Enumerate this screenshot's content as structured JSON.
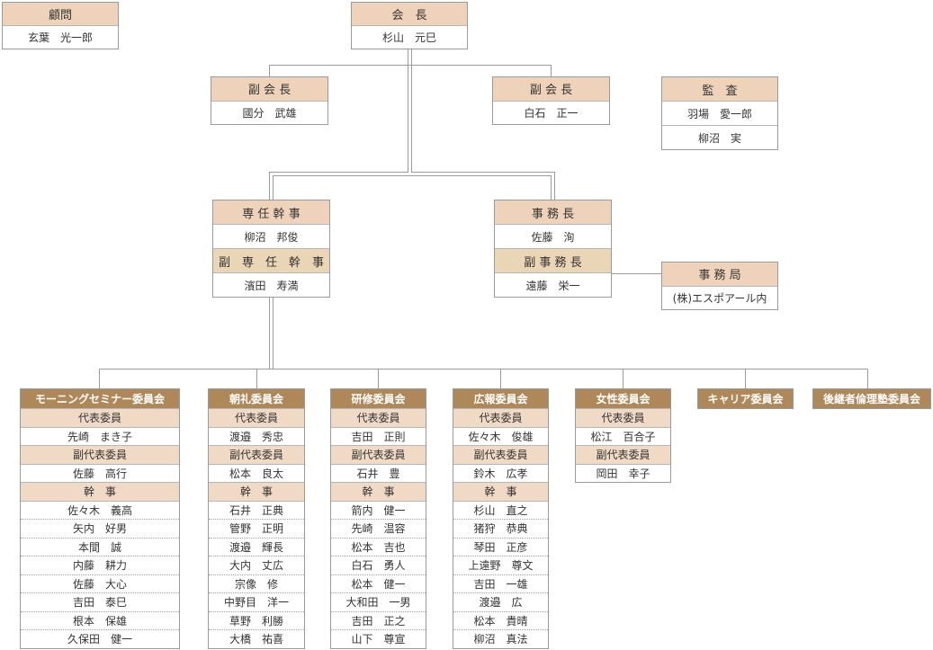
{
  "advisor": {
    "title": "顧問",
    "member": "玄葉　光一郎"
  },
  "chairman": {
    "title": "会　長",
    "member": "杉山　元巳"
  },
  "vice_chairs": [
    {
      "title": "副 会 長",
      "member": "國分　武雄"
    },
    {
      "title": "副 会 長",
      "member": "白石　正一"
    }
  ],
  "auditors": {
    "title": "監　査",
    "members": [
      "羽場　愛一郎",
      "柳沼　実"
    ]
  },
  "senior_secretary": {
    "title": "専 任 幹 事",
    "member": "柳沼　邦俊",
    "deputy_title": "副　専　任　幹　事",
    "deputy": "濱田　寿満"
  },
  "secretary_general": {
    "title": "事 務 長",
    "member": "佐藤　洵",
    "deputy_title": "副 事 務 長",
    "deputy": "遠藤　栄一"
  },
  "secretariat": {
    "title": "事 務 局",
    "member": "(株)エスポアール内"
  },
  "committees": [
    {
      "name": "モーニングセミナー委員会",
      "rep_label": "代表委員",
      "rep": "先崎　まき子",
      "vice_label": "副代表委員",
      "vice": "佐藤　高行",
      "secretary_label": "幹　事",
      "secretaries": [
        "佐々木　義高",
        "矢内　好男",
        "本間　誠",
        "内藤　耕力",
        "佐藤　大心",
        "吉田　泰巳",
        "根本　保雄",
        "久保田　健一"
      ]
    },
    {
      "name": "朝礼委員会",
      "rep_label": "代表委員",
      "rep": "渡邉　秀忠",
      "vice_label": "副代表委員",
      "vice": "松本　良太",
      "secretary_label": "幹　事",
      "secretaries": [
        "石井　正典",
        "管野　正明",
        "渡邉　輝長",
        "大内　丈広",
        "宗像　修",
        "中野目　洋一",
        "草野　利勝",
        "大橋　祐喜"
      ]
    },
    {
      "name": "研修委員会",
      "rep_label": "代表委員",
      "rep": "吉田　正則",
      "vice_label": "副代表委員",
      "vice": "石井　豊",
      "secretary_label": "幹　事",
      "secretaries": [
        "箭内　健一",
        "先崎　温容",
        "松本　吉也",
        "白石　勇人",
        "松本　健一",
        "大和田　一男",
        "吉田　正之",
        "山下　尊宣"
      ]
    },
    {
      "name": "広報委員会",
      "rep_label": "代表委員",
      "rep": "佐々木　俊雄",
      "vice_label": "副代表委員",
      "vice": "鈴木　広孝",
      "secretary_label": "幹　事",
      "secretaries": [
        "杉山　直之",
        "猪狩　恭典",
        "琴田　正彦",
        "上遠野　尊文",
        "吉田　一雄",
        "渡邉　広",
        "松本　貴晴",
        "柳沼　真法"
      ]
    },
    {
      "name": "女性委員会",
      "rep_label": "代表委員",
      "rep": "松江　百合子",
      "vice_label": "副代表委員",
      "vice": "岡田　幸子"
    },
    {
      "name": "キャリア委員会"
    },
    {
      "name": "後継者倫理塾委員会"
    }
  ],
  "colors": {
    "header": "#eed3ba",
    "sub_header": "#ead6b4",
    "committee_header": "#ae8858",
    "committee_role": "#f0dac6",
    "line": "#9a9a9a"
  }
}
